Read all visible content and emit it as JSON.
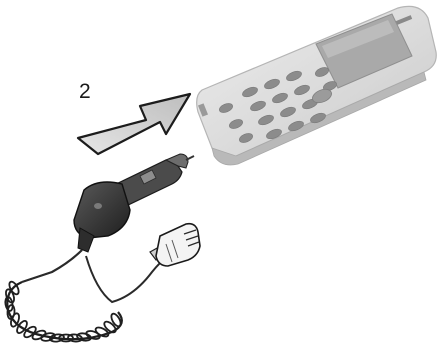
{
  "figure": {
    "step_number": "2",
    "illustration": [
      "car-charger",
      "coiled-cable",
      "phone-connector",
      "insert-arrow",
      "mobile-phone"
    ]
  }
}
